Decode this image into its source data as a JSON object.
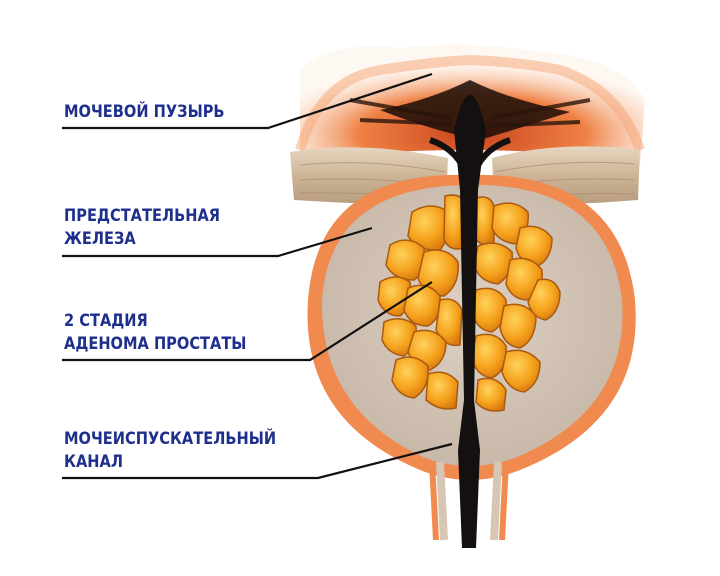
{
  "labels": {
    "bladder": [
      "МОЧЕВОЙ ПУЗЫРЬ"
    ],
    "prostate": [
      "ПРЕДСТАТЕЛЬНАЯ",
      "ЖЕЛЕЗА"
    ],
    "adenoma": [
      "2 СТАДИЯ",
      "АДЕНОМА ПРОСТАТЫ"
    ],
    "urethra": [
      "МОЧЕИСПУСКАТЕЛЬНЫЙ",
      "КАНАЛ"
    ]
  },
  "colors": {
    "label_text": "#1f2f8c",
    "leader_line": "#111111",
    "bladder_wall": "#e86a2a",
    "capsule": "#f07a3c",
    "gland_tissue": "#d2c4b6",
    "muscle_band": "#d9c3a6",
    "adenoma_nodules": "#f5a21c",
    "urethra": "#141010"
  },
  "icons": [
    "prostate-anatomy-illustration"
  ]
}
